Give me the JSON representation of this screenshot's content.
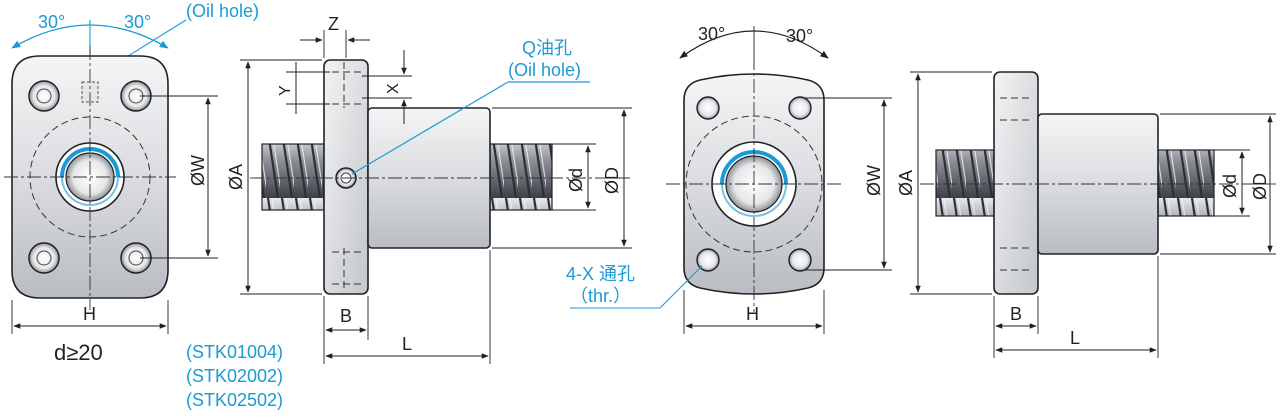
{
  "colors": {
    "accent": "#1a9ad6",
    "line": "#1e2228"
  },
  "views": {
    "left_front": {
      "angle_left": "30°",
      "angle_right": "30°",
      "oil_hole_note": "(Oil hole)",
      "width_label": "H",
      "diameter_label": "ØW",
      "size_note": "d≥20"
    },
    "left_side": {
      "z_label": "Z",
      "y_label": "Y",
      "x_label": "X",
      "oil_title": "Q油孔",
      "oil_subtitle": "(Oil hole)",
      "dia_a": "ØA",
      "dia_d_small": "Ød",
      "dia_d_big": "ØD",
      "flange_label": "B",
      "length_label": "L"
    },
    "models": [
      "(STK01004)",
      "(STK02002)",
      "(STK02502)"
    ],
    "right_front": {
      "angle_left": "30°",
      "angle_right": "30°",
      "hole_note": "4-X 通孔",
      "hole_note_sub": "（thr.）",
      "width_label": "H",
      "diameter_label": "ØW"
    },
    "right_side": {
      "dia_a": "ØA",
      "dia_d_small": "Ød",
      "dia_d_big": "ØD",
      "flange_label": "B",
      "length_label": "L"
    }
  }
}
